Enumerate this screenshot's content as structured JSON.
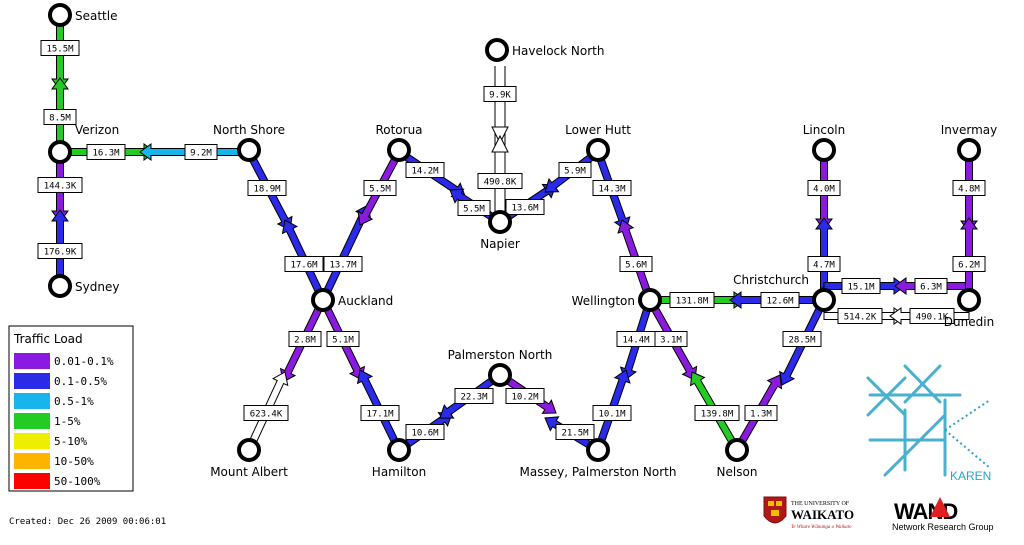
{
  "colors": {
    "purple": "#8a1ae0",
    "blue": "#2a2ae8",
    "cyan": "#18b4ec",
    "green": "#22cc22",
    "white": "#ffffff"
  },
  "nodes": {
    "seattle": "Seattle",
    "verizon": "Verizon",
    "sydney": "Sydney",
    "north_shore": "North Shore",
    "rotorua": "Rotorua",
    "havelock_north": "Havelock North",
    "napier": "Napier",
    "lower_hutt": "Lower Hutt",
    "lincoln": "Lincoln",
    "invermay": "Invermay",
    "auckland": "Auckland",
    "wellington": "Wellington",
    "christchurch": "Christchurch",
    "dunedin": "Dunedin",
    "palmerston_north": "Palmerston North",
    "mount_albert": "Mount Albert",
    "hamilton": "Hamilton",
    "massey": "Massey, Palmerston North",
    "nelson": "Nelson"
  },
  "links": {
    "seattle_verizon": "15.5M",
    "verizon_seattle": "8.5M",
    "verizon_northshore": "16.3M",
    "northshore_verizon": "9.2M",
    "verizon_sydney": "144.3K",
    "sydney_verizon": "176.9K",
    "northshore_auckland": "18.9M",
    "auckland_northshore": "17.6M",
    "auckland_rotorua": "13.7M",
    "rotorua_auckland": "5.5M",
    "rotorua_napier": "14.2M",
    "napier_rotorua": "5.5M",
    "havelock_napier": "9.9K",
    "napier_havelock": "490.8K",
    "napier_lowerhutt": "13.6M",
    "lowerhutt_napier": "5.9M",
    "lowerhutt_wellington": "14.3M",
    "wellington_lowerhutt": "5.6M",
    "wellington_christchurch": "131.8M",
    "christchurch_wellington": "12.6M",
    "lincoln_christchurch": "4.0M",
    "christchurch_lincoln": "4.7M",
    "christchurch_invermay": "15.1M",
    "invermay_christchurch": "6.3M",
    "invermay_dunedin": "4.8M",
    "dunedin_invermay": "6.2M",
    "christchurch_dunedin": "514.2K",
    "dunedin_christchurch": "490.1K",
    "christchurch_nelson": "28.5M",
    "nelson_christchurch": "1.3M",
    "wellington_nelson": "3.1M",
    "nelson_wellington": "139.8M",
    "wellington_massey": "14.4M",
    "massey_wellington": "10.1M",
    "auckland_mtalbert": "2.8M",
    "mtalbert_auckland": "623.4K",
    "auckland_hamilton": "5.1M",
    "hamilton_auckland": "17.1M",
    "hamilton_palm": "10.6M",
    "palm_hamilton": "22.3M",
    "palm_massey": "10.2M",
    "massey_palm": "21.5M"
  },
  "legend": {
    "title": "Traffic Load",
    "items": [
      {
        "label": "0.01-0.1%",
        "color": "#8a1ae0"
      },
      {
        "label": "0.1-0.5%",
        "color": "#2a2ae8"
      },
      {
        "label": "0.5-1%",
        "color": "#18b4ec"
      },
      {
        "label": "1-5%",
        "color": "#22cc22"
      },
      {
        "label": "5-10%",
        "color": "#eeee00"
      },
      {
        "label": "10-50%",
        "color": "#ffb400"
      },
      {
        "label": "50-100%",
        "color": "#ff0000"
      }
    ]
  },
  "created": "Created: Dec 26 2009 00:06:01",
  "logos": {
    "karen": "KAREN",
    "waikato_line1": "THE UNIVERSITY OF",
    "waikato_line2": "WAIKATO",
    "waikato_motto": "Te Whare Wānanga o Waikato",
    "wand": "WAND",
    "wand_sub": "Network Research Group"
  }
}
